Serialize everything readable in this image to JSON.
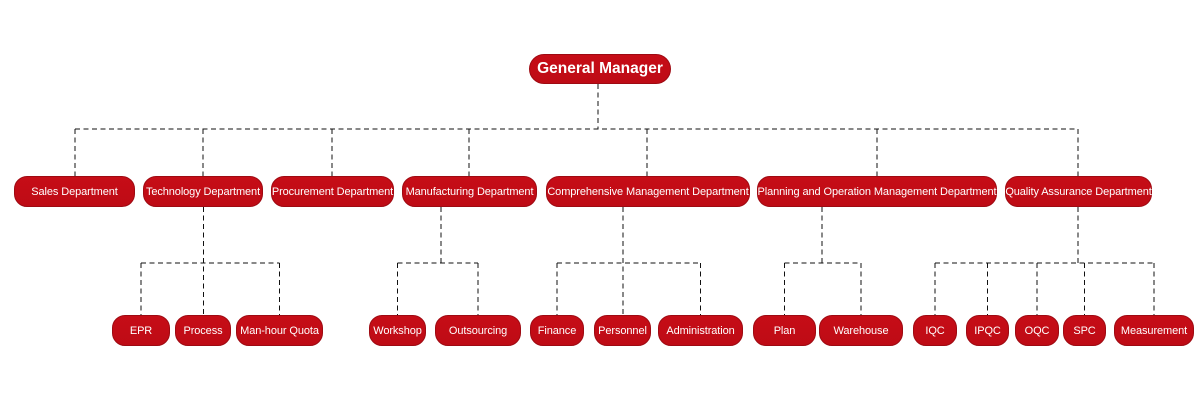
{
  "org": {
    "root": {
      "label": "General Manager"
    },
    "departments": [
      {
        "label": "Sales Department",
        "children": []
      },
      {
        "label": "Technology Department",
        "children": [
          {
            "label": "EPR"
          },
          {
            "label": "Process"
          },
          {
            "label": "Man-hour Quota"
          }
        ]
      },
      {
        "label": "Procurement Department",
        "children": []
      },
      {
        "label": "Manufacturing Department",
        "children": [
          {
            "label": "Workshop"
          },
          {
            "label": "Outsourcing"
          }
        ]
      },
      {
        "label": "Comprehensive Management Department",
        "children": [
          {
            "label": "Finance"
          },
          {
            "label": "Personnel"
          },
          {
            "label": "Administration"
          }
        ]
      },
      {
        "label": "Planning and Operation Management Department",
        "children": [
          {
            "label": "Plan"
          },
          {
            "label": "Warehouse"
          }
        ]
      },
      {
        "label": "Quality Assurance Department",
        "children": [
          {
            "label": "IQC"
          },
          {
            "label": "IPQC"
          },
          {
            "label": "OQC"
          },
          {
            "label": "SPC"
          },
          {
            "label": "Measurement"
          }
        ]
      }
    ]
  },
  "colors": {
    "node_fill": "#C60D17",
    "node_fill_dark": "#BE0B15",
    "node_border": "#9E0A12",
    "node_text": "#FFFFFF",
    "connector": "#111111",
    "background": "#FFFFFF"
  }
}
